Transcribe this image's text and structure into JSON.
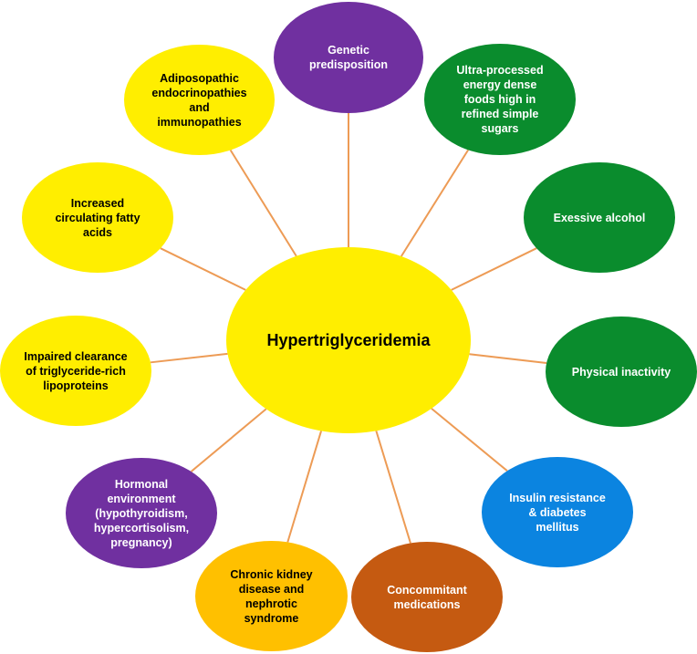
{
  "center": {
    "label": "Hypertriglyceridemia",
    "color": "#FFEE00"
  },
  "connector_color": "#ED9B55",
  "nodes": [
    {
      "id": "genetic",
      "label": "Genetic\npredisposition",
      "color": "#7030A0"
    },
    {
      "id": "ultra-processed-foods",
      "label": "Ultra-processed\nenergy dense\nfoods high in\nrefined simple\nsugars",
      "color": "#0A8C2D"
    },
    {
      "id": "alcohol",
      "label": "Exessive alcohol",
      "color": "#0A8C2D"
    },
    {
      "id": "physical-inactivity",
      "label": "Physical inactivity",
      "color": "#0A8C2D"
    },
    {
      "id": "insulin-resistance",
      "label": "Insulin resistance\n& diabetes\nmellitus",
      "color": "#0B84E0"
    },
    {
      "id": "medications",
      "label": "Concommitant\nmedications",
      "color": "#C55A11"
    },
    {
      "id": "kidney-disease",
      "label": "Chronic kidney\ndisease and\nnephrotic\nsyndrome",
      "color": "#FFC000"
    },
    {
      "id": "hormonal",
      "label": "Hormonal\nenvironment\n(hypothyroidism,\nhypercortisolism,\npregnancy)",
      "color": "#7030A0"
    },
    {
      "id": "clearance",
      "label": "Impaired clearance\nof triglyceride-rich\nlipoproteins",
      "color": "#FFEE00"
    },
    {
      "id": "fatty-acids",
      "label": "Increased\ncirculating fatty\nacids",
      "color": "#FFEE00"
    },
    {
      "id": "adiposopathic",
      "label": "Adiposopathic\nendocrinopathies\nand\nimmunopathies",
      "color": "#FFEE00"
    }
  ]
}
